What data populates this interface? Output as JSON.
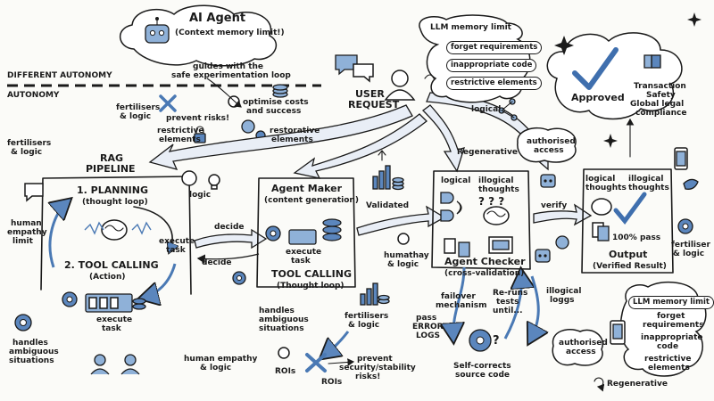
{
  "ai_agent": {
    "title": "AI Agent",
    "subtitle": "(Context memory limit!)",
    "guides": [
      "guides with the",
      "safe experimentation loop"
    ]
  },
  "autonomy": {
    "different": "DIFFERENT AUTONOMY",
    "autonomy": "AUTONOMY"
  },
  "left_cluster": {
    "fertilisers_top": [
      "fertilisers",
      "& logic"
    ],
    "prevent_risks": "prevent risks!",
    "restrictive": [
      "restrictive",
      "elements"
    ],
    "optimise": [
      "optimise costs",
      "and success"
    ],
    "restorative": [
      "restorative",
      "elements"
    ]
  },
  "fertilisers_left": [
    "fertilisers",
    "& logic"
  ],
  "rag": {
    "title": [
      "RAG",
      "PIPELINE"
    ],
    "planning": "1. PLANNING",
    "planning_sub": "(thought loop)",
    "tool_calling": "2. TOOL CALLING",
    "tool_calling_sub": "(Action)",
    "execute_task": [
      "execute",
      "task"
    ],
    "logic": "logic",
    "execute_task_right": [
      "execute",
      "task"
    ]
  },
  "human_empathy_limit": [
    "human",
    "empathy",
    "limit"
  ],
  "handles_left": [
    "handles",
    "ambiguous",
    "situations"
  ],
  "decide": [
    "decide",
    "decide"
  ],
  "agent_maker": {
    "title": "Agent Maker",
    "sub": "(content generation)",
    "execute_task": [
      "execute",
      "task"
    ],
    "tool_calling": "TOOL CALLING",
    "tool_calling_sub": "(Thought loop)",
    "handles": [
      "handles",
      "ambiguous",
      "situations"
    ]
  },
  "human_empathy_logic": [
    "human empathy",
    "& logic"
  ],
  "validated": "Validated",
  "humathay": [
    "humathay",
    "& logic"
  ],
  "fertilisers_mid": [
    "fertilisers",
    "& logic"
  ],
  "rois": {
    "left": "ROIs",
    "right": "ROIs",
    "prevent": [
      "prevent",
      "security/stability",
      "risks!"
    ]
  },
  "user_request": [
    "USER",
    "REQUEST"
  ],
  "llm_top": {
    "title": "LLM memory limit",
    "items": [
      "forget requirements",
      "inappropriate code",
      "restrictive elements"
    ]
  },
  "logical_top": "logical",
  "regenerative_top": "Regenerative",
  "authorised_top": [
    "authorised",
    "access"
  ],
  "agent_checker": {
    "logical": "logical",
    "illogical": [
      "illogical",
      "thoughts"
    ],
    "title": "Agent Checker",
    "sub": "(cross-validation)",
    "failover": [
      "failover",
      "mechanism"
    ],
    "reruns": [
      "Re-runs",
      "tests",
      "until..."
    ],
    "pass_error": [
      "pass",
      "ERROR",
      "LOGS"
    ],
    "self_corrects": [
      "Self-corrects",
      "source code"
    ],
    "illogical_logs": [
      "illogical",
      "loggs"
    ]
  },
  "verify": "verify",
  "approved": {
    "title": "Approved",
    "items": [
      "Transaction",
      "Safety",
      "Global legal",
      "compliance"
    ]
  },
  "output": {
    "logical": [
      "logical",
      "thoughts"
    ],
    "illogical": [
      "illogical",
      "thoughts"
    ],
    "pass": "100% pass",
    "title": "Output",
    "sub": "(Verified Result)"
  },
  "fertiliser_right": [
    "fertiliser",
    "& logic"
  ],
  "llm_bottom": {
    "title": "LLM memory limit",
    "items": [
      "forget",
      "requirements",
      "inappropriate",
      "code",
      "restrictive",
      "elements"
    ]
  },
  "authorised_bottom": [
    "authorised",
    "access"
  ],
  "regenerative_bottom": "Regenerative"
}
